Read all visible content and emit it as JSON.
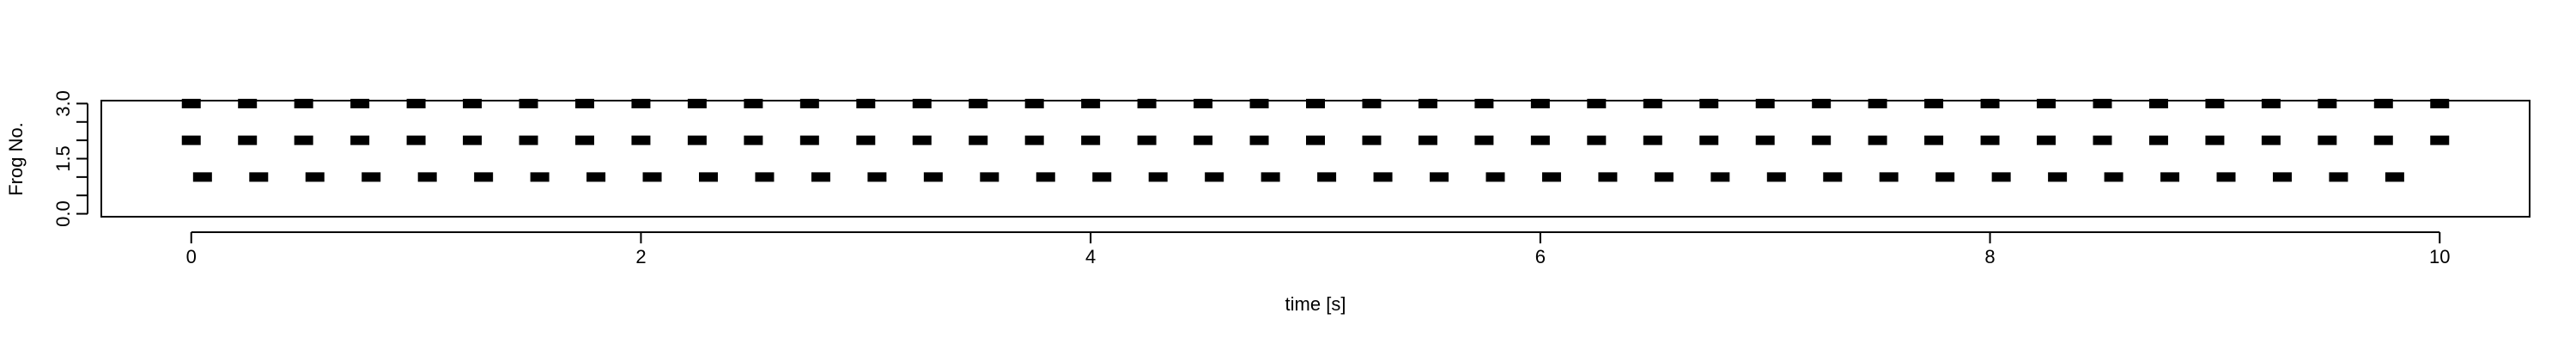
{
  "chart_data": {
    "type": "scatter",
    "xlabel": "time [s]",
    "ylabel": "Frog No.",
    "xlim": [
      -0.4,
      10.4
    ],
    "ylim": [
      -0.08,
      3.08
    ],
    "x_ticks": [
      0,
      2,
      4,
      6,
      8,
      10
    ],
    "x_tick_labels": [
      "0",
      "2",
      "4",
      "6",
      "8",
      "10"
    ],
    "y_ticks": [
      0,
      0.5,
      1,
      1.5,
      2,
      2.5,
      3
    ],
    "y_tick_labels": [
      "0.0",
      "",
      "",
      "1.5",
      "",
      "",
      "3.0"
    ],
    "grid": false,
    "legend": "none",
    "marker": "horizontal-dash",
    "color": "#000000",
    "series": [
      {
        "y": 1,
        "x_start": 0.05,
        "x_period": 0.25,
        "count": 40
      },
      {
        "y": 2,
        "x_start": 0.0,
        "x_period": 0.25,
        "count": 41
      },
      {
        "y": 3,
        "x_start": 0.0,
        "x_period": 0.25,
        "count": 41
      }
    ]
  }
}
